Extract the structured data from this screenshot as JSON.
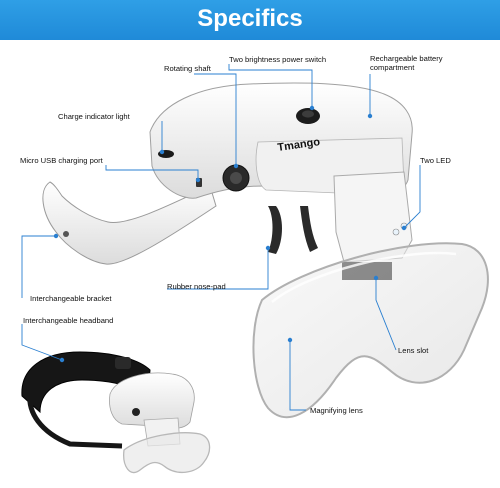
{
  "header": {
    "title": "Specifics"
  },
  "brand": {
    "logo_text": "Tmango"
  },
  "callouts": {
    "rotating_shaft": "Rotating shaft",
    "power_switch": "Two brightness power switch",
    "battery": "Rechargeable battery",
    "battery_line2": "compartment",
    "charge_light": "Charge indicator light",
    "usb_port": "Micro USB charging port",
    "two_led": "Two LED",
    "nose_pad": "Rubber nose-pad",
    "bracket": "Interchangeable bracket",
    "headband": "Interchangeable headband",
    "lens_slot": "Lens slot",
    "magnifying_lens": "Magnifying lens"
  },
  "colors": {
    "banner": "#1f8ad8",
    "leader_line": "#2a7fd0"
  }
}
